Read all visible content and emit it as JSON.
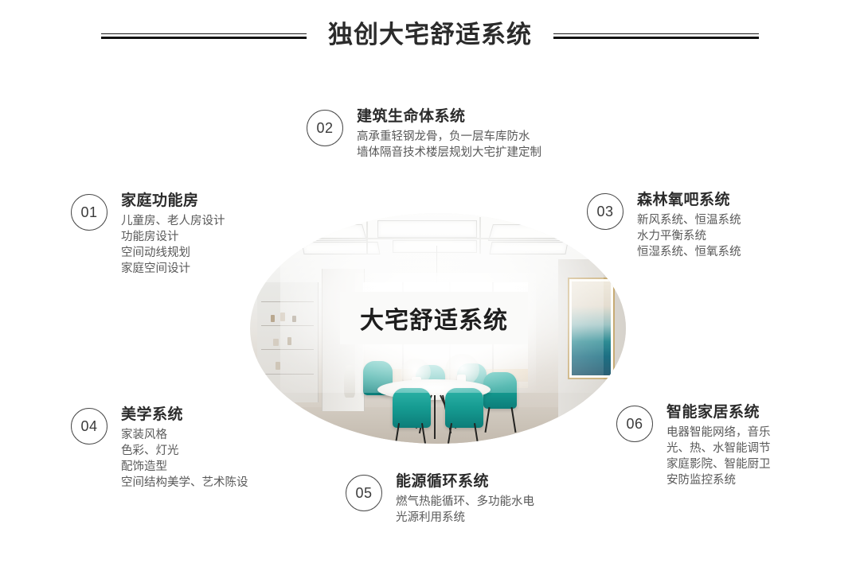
{
  "header": {
    "title": "独创大宅舒适系统",
    "rule_left": "decorative-double-line",
    "rule_right": "decorative-double-line"
  },
  "center": {
    "caption": "大宅舒适系统",
    "photo_alt": "现代餐厅室内实景：白色井格吊顶、落地窗、圆形餐桌与青绿色餐椅、右侧蓝绿色抽象装饰画"
  },
  "items": [
    {
      "number": "01",
      "heading": "家庭功能房",
      "lines": [
        "儿童房、老人房设计",
        "功能房设计",
        "空间动线规划",
        "家庭空间设计"
      ]
    },
    {
      "number": "02",
      "heading": "建筑生命体系统",
      "lines": [
        "高承重轻钢龙骨，负一层车库防水",
        "墙体隔音技术楼层规划大宅扩建定制"
      ]
    },
    {
      "number": "03",
      "heading": "森林氧吧系统",
      "lines": [
        "新风系统、恒温系统",
        "水力平衡系统",
        "恒湿系统、恒氧系统"
      ]
    },
    {
      "number": "04",
      "heading": "美学系统",
      "lines": [
        "家装风格",
        "色彩、灯光",
        "配饰造型",
        "空间结构美学、艺术陈设"
      ]
    },
    {
      "number": "05",
      "heading": "能源循环系统",
      "lines": [
        "燃气热能循环、多功能水电",
        "光源利用系统"
      ]
    },
    {
      "number": "06",
      "heading": "智能家居系统",
      "lines": [
        "电器智能网络，音乐",
        "光、热、水智能调节",
        "家庭影院、智能厨卫",
        "安防监控系统"
      ]
    }
  ],
  "colors": {
    "background": "#ffffff",
    "title_text": "#2b2b2b",
    "heading_text": "#2b2b2b",
    "body_text": "#595959",
    "circle_stroke": "#4a4a4a",
    "rule": "#111111",
    "accent_teal": "#169c92"
  }
}
